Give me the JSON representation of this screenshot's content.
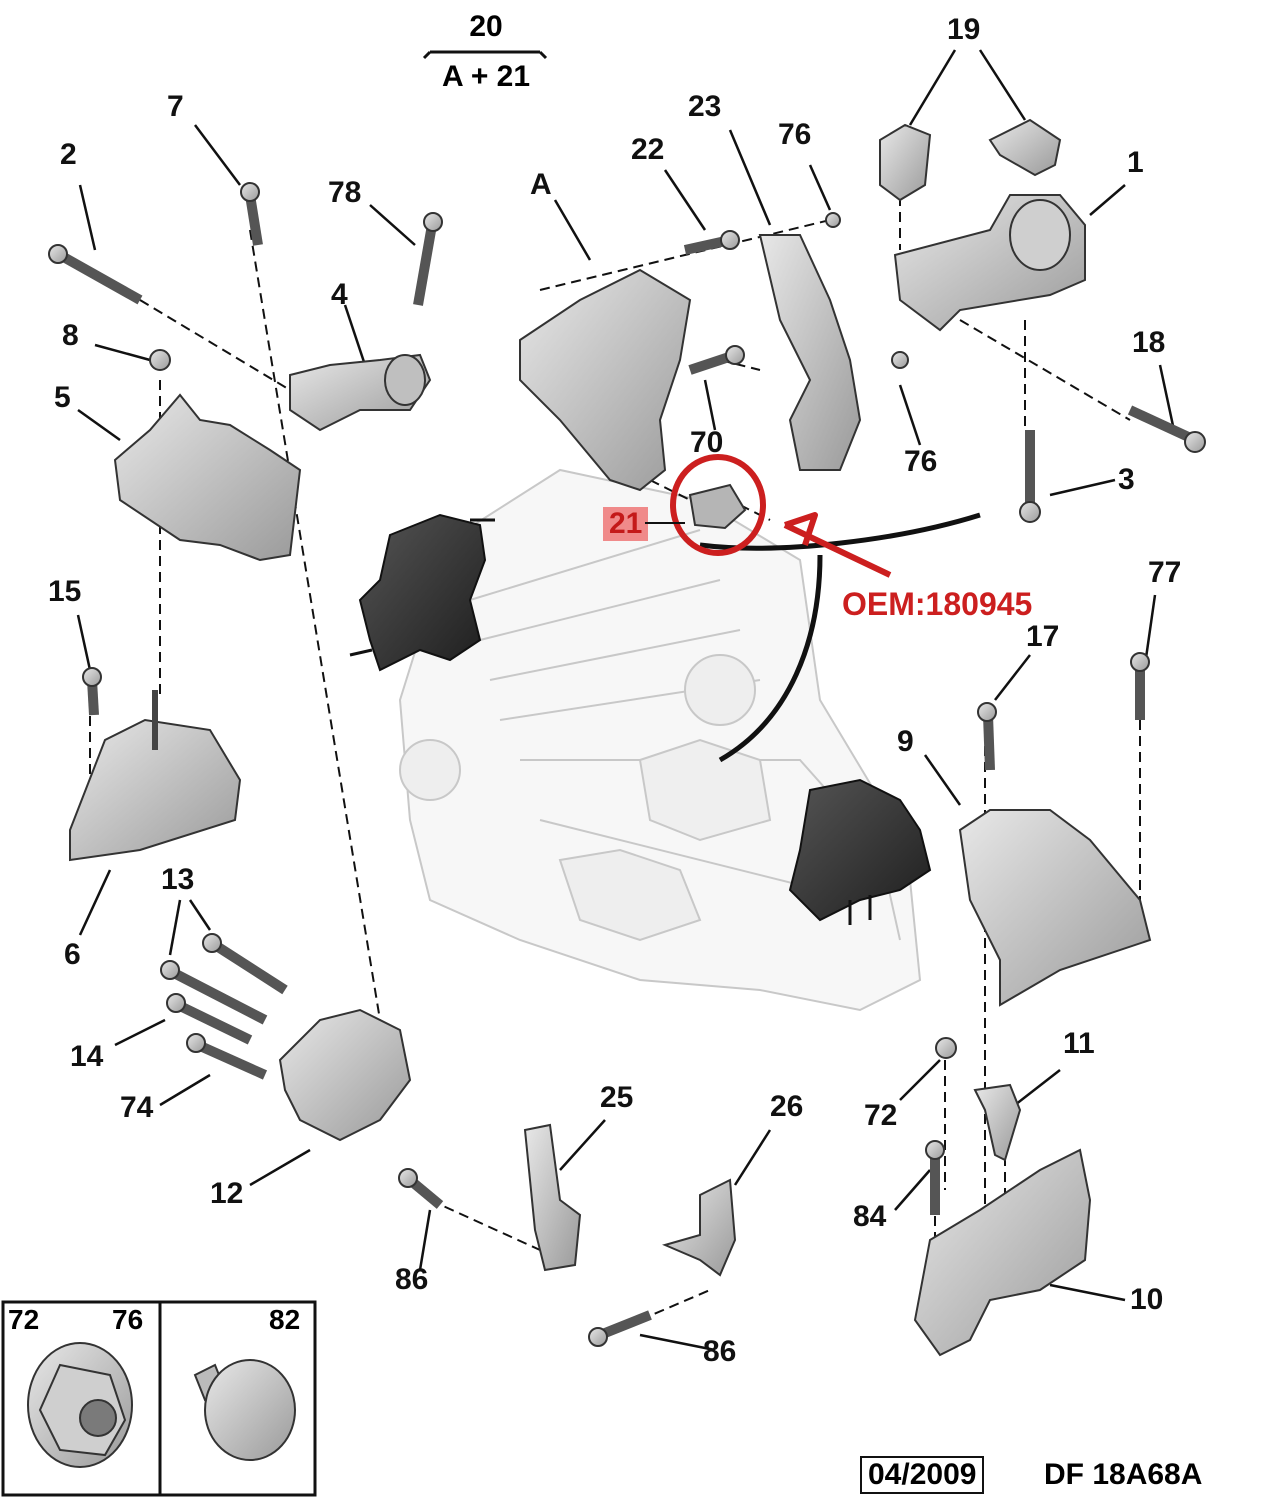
{
  "header": {
    "group_number": "20",
    "formula": "A + 21"
  },
  "callouts": [
    {
      "id": "c-19",
      "text": "19"
    },
    {
      "id": "c-1",
      "text": "1"
    },
    {
      "id": "c-2",
      "text": "2"
    },
    {
      "id": "c-7",
      "text": "7"
    },
    {
      "id": "c-78",
      "text": "78"
    },
    {
      "id": "c-4",
      "text": "4"
    },
    {
      "id": "c-8",
      "text": "8"
    },
    {
      "id": "c-5",
      "text": "5"
    },
    {
      "id": "c-A",
      "text": "A"
    },
    {
      "id": "c-22",
      "text": "22"
    },
    {
      "id": "c-23",
      "text": "23"
    },
    {
      "id": "c-76a",
      "text": "76"
    },
    {
      "id": "c-76b",
      "text": "76"
    },
    {
      "id": "c-70",
      "text": "70"
    },
    {
      "id": "c-18",
      "text": "18"
    },
    {
      "id": "c-3",
      "text": "3"
    },
    {
      "id": "c-77",
      "text": "77"
    },
    {
      "id": "c-17",
      "text": "17"
    },
    {
      "id": "c-15",
      "text": "15"
    },
    {
      "id": "c-9",
      "text": "9"
    },
    {
      "id": "c-6",
      "text": "6"
    },
    {
      "id": "c-13",
      "text": "13"
    },
    {
      "id": "c-14",
      "text": "14"
    },
    {
      "id": "c-74",
      "text": "74"
    },
    {
      "id": "c-12",
      "text": "12"
    },
    {
      "id": "c-25",
      "text": "25"
    },
    {
      "id": "c-26",
      "text": "26"
    },
    {
      "id": "c-86a",
      "text": "86"
    },
    {
      "id": "c-86b",
      "text": "86"
    },
    {
      "id": "c-72",
      "text": "72"
    },
    {
      "id": "c-11",
      "text": "11"
    },
    {
      "id": "c-84",
      "text": "84"
    },
    {
      "id": "c-10",
      "text": "10"
    }
  ],
  "highlight": {
    "part_number": "21",
    "oem_text": "OEM:180945",
    "accent_color": "#cc1f1f",
    "label_bg": "#f08a8a"
  },
  "legend_box": {
    "left_labels": [
      "72",
      "76"
    ],
    "right_label": "82"
  },
  "footer": {
    "date": "04/2009",
    "code": "DF 18A68A"
  }
}
